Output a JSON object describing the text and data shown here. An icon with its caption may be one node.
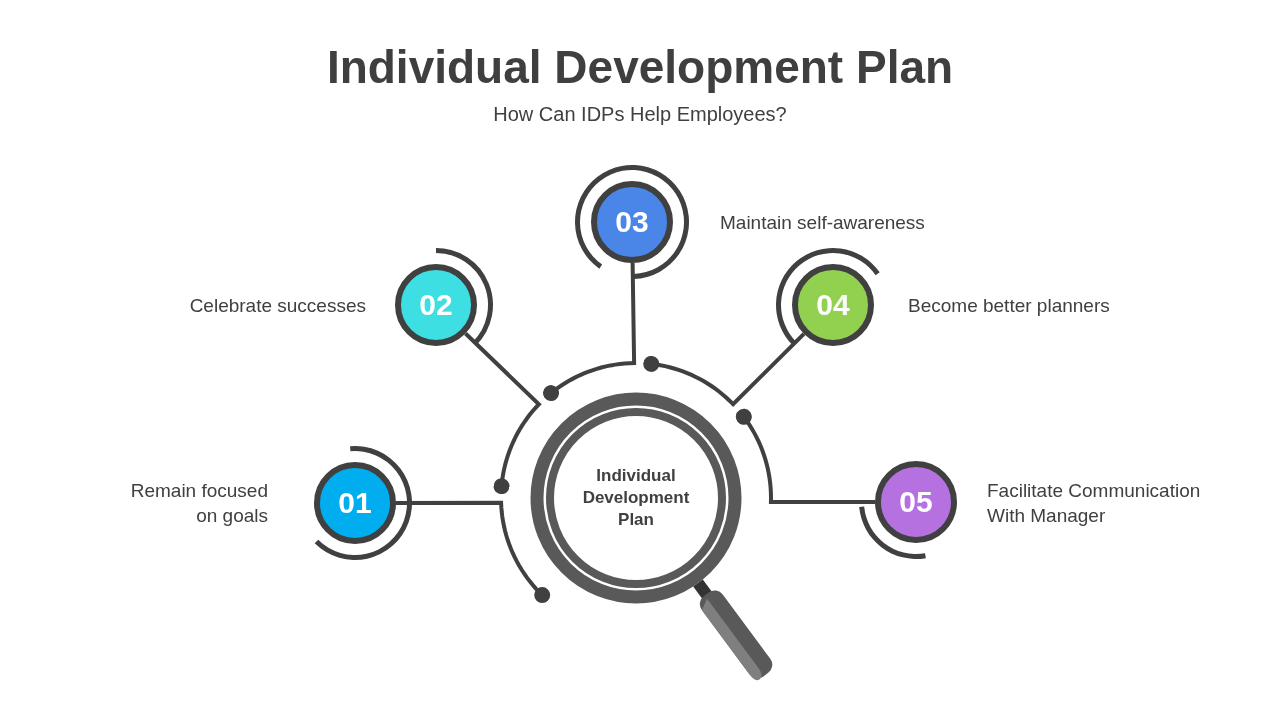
{
  "diagram": {
    "title": "Individual Development Plan",
    "caption": "How Can IDPs Help Employees?",
    "nodes": [
      {
        "text": [
          "Individual Development Plan"
        ]
      },
      {
        "text": [
          "01"
        ],
        "beside": [
          "Remain focused on goals"
        ]
      },
      {
        "text": [
          "02"
        ],
        "beside": [
          "Celebrate successes"
        ]
      },
      {
        "text": [
          "03"
        ],
        "beside": [
          "Maintain self-awareness"
        ]
      },
      {
        "text": [
          "04"
        ],
        "beside": [
          "Become better planners"
        ]
      },
      {
        "text": [
          "05"
        ],
        "beside": [
          "Facilitate Communication With Manager"
        ]
      }
    ],
    "edges": [
      {
        "from": 1,
        "to": 0,
        "arrow": "other"
      },
      {
        "from": 2,
        "to": 0,
        "arrow": "other"
      },
      {
        "from": 3,
        "to": 0,
        "arrow": "other"
      },
      {
        "from": 4,
        "to": 0,
        "arrow": "other"
      },
      {
        "from": 5,
        "to": 0,
        "arrow": "other"
      }
    ]
  }
}
